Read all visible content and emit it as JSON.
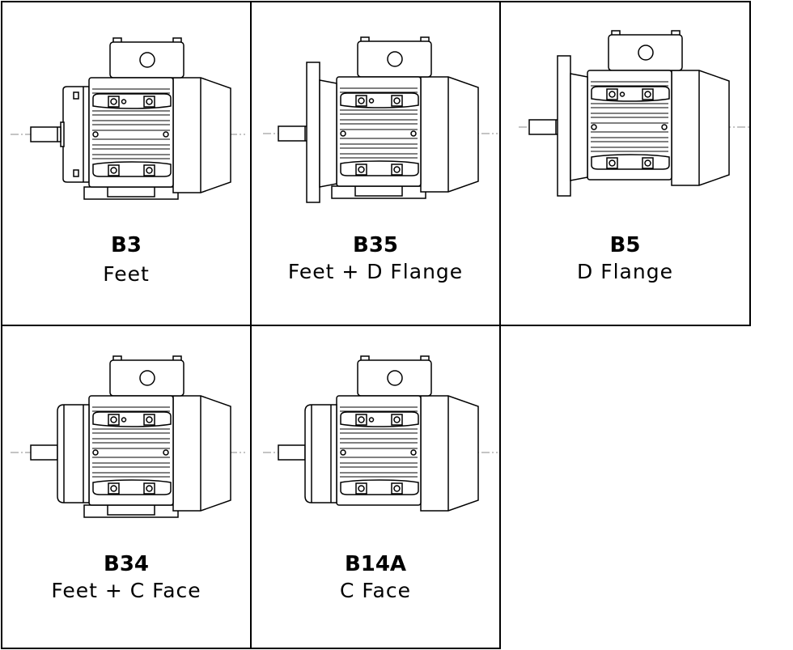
{
  "mountings": [
    {
      "code": "B3",
      "description": "Feet",
      "feet": true,
      "front": "endshield"
    },
    {
      "code": "B35",
      "description": "Feet + D Flange",
      "feet": true,
      "front": "d-flange"
    },
    {
      "code": "B5",
      "description": "D Flange",
      "feet": false,
      "front": "d-flange"
    },
    {
      "code": "B34",
      "description": "Feet + C Face",
      "feet": true,
      "front": "c-face"
    },
    {
      "code": "B14A",
      "description": "C Face",
      "feet": false,
      "front": "c-face"
    }
  ],
  "colors": {
    "line": "#000000",
    "background": "#ffffff",
    "centerline": "#888888"
  }
}
